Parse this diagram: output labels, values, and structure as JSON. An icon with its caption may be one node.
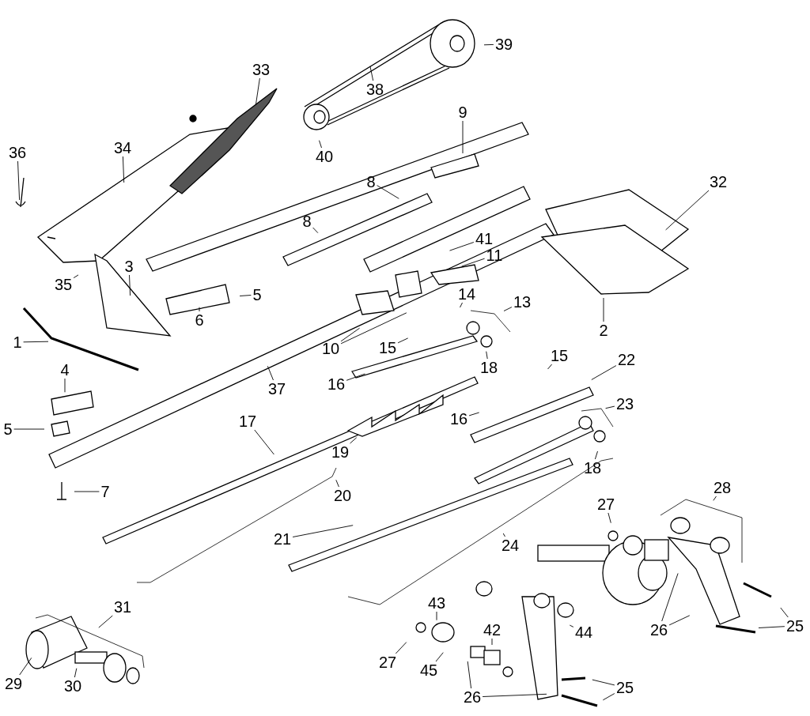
{
  "diagram": {
    "nodes": [
      {
        "text": [
          "33"
        ]
      },
      {
        "text": [
          "39"
        ]
      },
      {
        "text": [
          "38"
        ]
      },
      {
        "text": [
          "40"
        ]
      },
      {
        "text": [
          "9"
        ]
      },
      {
        "text": [
          "36"
        ]
      },
      {
        "text": [
          "34"
        ]
      },
      {
        "text": [
          "32"
        ]
      },
      {
        "text": [
          "8"
        ]
      },
      {
        "text": [
          "8"
        ]
      },
      {
        "text": [
          "41"
        ]
      },
      {
        "text": [
          "11"
        ]
      },
      {
        "text": [
          "35"
        ]
      },
      {
        "text": [
          "3"
        ]
      },
      {
        "text": [
          "5"
        ]
      },
      {
        "text": [
          "14"
        ]
      },
      {
        "text": [
          "13"
        ]
      },
      {
        "text": [
          "6"
        ]
      },
      {
        "text": [
          "2"
        ]
      },
      {
        "text": [
          "1"
        ]
      },
      {
        "text": [
          "10"
        ]
      },
      {
        "text": [
          "15"
        ]
      },
      {
        "text": [
          "18"
        ]
      },
      {
        "text": [
          "15"
        ]
      },
      {
        "text": [
          "22"
        ]
      },
      {
        "text": [
          "16"
        ]
      },
      {
        "text": [
          "37"
        ]
      },
      {
        "text": [
          "4"
        ]
      },
      {
        "text": [
          "23"
        ]
      },
      {
        "text": [
          "16"
        ]
      },
      {
        "text": [
          "17"
        ]
      },
      {
        "text": [
          "5"
        ]
      },
      {
        "text": [
          "19"
        ]
      },
      {
        "text": [
          "18"
        ]
      },
      {
        "text": [
          "20"
        ]
      },
      {
        "text": [
          "7"
        ]
      },
      {
        "text": [
          "27"
        ]
      },
      {
        "text": [
          "28"
        ]
      },
      {
        "text": [
          "21"
        ]
      },
      {
        "text": [
          "24"
        ]
      },
      {
        "text": [
          "31"
        ]
      },
      {
        "text": [
          "43"
        ]
      },
      {
        "text": [
          "42"
        ]
      },
      {
        "text": [
          "44"
        ]
      },
      {
        "text": [
          "26"
        ]
      },
      {
        "text": [
          "25"
        ]
      },
      {
        "text": [
          "27"
        ]
      },
      {
        "text": [
          "29"
        ]
      },
      {
        "text": [
          "45"
        ]
      },
      {
        "text": [
          "30"
        ]
      },
      {
        "text": [
          "26"
        ]
      },
      {
        "text": [
          "25"
        ]
      }
    ],
    "edges": [
      {
        "from": 0,
        "to": null,
        "arrow": "none"
      },
      {
        "from": 1,
        "to": null,
        "arrow": "none"
      },
      {
        "from": 2,
        "to": null,
        "arrow": "none"
      },
      {
        "from": 3,
        "to": null,
        "arrow": "none"
      },
      {
        "from": 4,
        "to": null,
        "arrow": "none"
      },
      {
        "from": 5,
        "to": null,
        "arrow": "none"
      },
      {
        "from": 6,
        "to": null,
        "arrow": "none"
      },
      {
        "from": 7,
        "to": null,
        "arrow": "none"
      },
      {
        "from": 8,
        "to": null,
        "arrow": "none"
      },
      {
        "from": 9,
        "to": null,
        "arrow": "none"
      },
      {
        "from": 10,
        "to": null,
        "arrow": "none"
      },
      {
        "from": 11,
        "to": null,
        "arrow": "none"
      },
      {
        "from": 12,
        "to": null,
        "arrow": "none"
      },
      {
        "from": 13,
        "to": null,
        "arrow": "none"
      },
      {
        "from": 14,
        "to": null,
        "arrow": "none"
      },
      {
        "from": 15,
        "to": null,
        "arrow": "none"
      },
      {
        "from": 16,
        "to": null,
        "arrow": "none"
      },
      {
        "from": 17,
        "to": null,
        "arrow": "none"
      },
      {
        "from": 18,
        "to": null,
        "arrow": "none"
      },
      {
        "from": 19,
        "to": null,
        "arrow": "none"
      },
      {
        "from": 20,
        "to": null,
        "arrow": "none"
      },
      {
        "from": 20,
        "to": null,
        "arrow": "none"
      },
      {
        "from": 21,
        "to": null,
        "arrow": "none"
      },
      {
        "from": 22,
        "to": null,
        "arrow": "none"
      },
      {
        "from": 23,
        "to": null,
        "arrow": "none"
      },
      {
        "from": 24,
        "to": null,
        "arrow": "none"
      },
      {
        "from": 25,
        "to": null,
        "arrow": "none"
      },
      {
        "from": 26,
        "to": null,
        "arrow": "none"
      },
      {
        "from": 27,
        "to": null,
        "arrow": "none"
      },
      {
        "from": 28,
        "to": null,
        "arrow": "none"
      },
      {
        "from": 29,
        "to": null,
        "arrow": "none"
      },
      {
        "from": 30,
        "to": null,
        "arrow": "none"
      },
      {
        "from": 31,
        "to": null,
        "arrow": "none"
      },
      {
        "from": 32,
        "to": null,
        "arrow": "none"
      },
      {
        "from": 33,
        "to": null,
        "arrow": "none"
      },
      {
        "from": 34,
        "to": null,
        "arrow": "none"
      },
      {
        "from": 35,
        "to": null,
        "arrow": "none"
      },
      {
        "from": 36,
        "to": null,
        "arrow": "none"
      },
      {
        "from": 37,
        "to": null,
        "arrow": "none"
      },
      {
        "from": 38,
        "to": null,
        "arrow": "none"
      },
      {
        "from": 39,
        "to": null,
        "arrow": "none"
      },
      {
        "from": 40,
        "to": null,
        "arrow": "none"
      },
      {
        "from": 41,
        "to": null,
        "arrow": "none"
      },
      {
        "from": 42,
        "to": null,
        "arrow": "none"
      },
      {
        "from": 43,
        "to": null,
        "arrow": "none"
      },
      {
        "from": 44,
        "to": null,
        "arrow": "none"
      },
      {
        "from": 44,
        "to": null,
        "arrow": "none"
      },
      {
        "from": 45,
        "to": null,
        "arrow": "none"
      },
      {
        "from": 45,
        "to": null,
        "arrow": "none"
      },
      {
        "from": 46,
        "to": null,
        "arrow": "none"
      },
      {
        "from": 47,
        "to": null,
        "arrow": "none"
      },
      {
        "from": 48,
        "to": null,
        "arrow": "none"
      },
      {
        "from": 49,
        "to": null,
        "arrow": "none"
      },
      {
        "from": 50,
        "to": null,
        "arrow": "none"
      },
      {
        "from": 50,
        "to": null,
        "arrow": "none"
      },
      {
        "from": 51,
        "to": null,
        "arrow": "none"
      },
      {
        "from": 51,
        "to": null,
        "arrow": "none"
      }
    ]
  }
}
